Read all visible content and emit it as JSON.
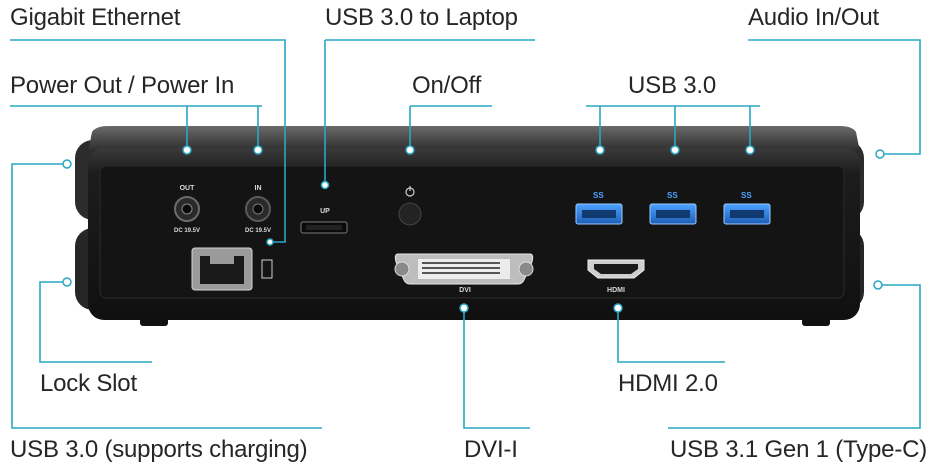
{
  "labels": {
    "gigabit_ethernet": "Gigabit Ethernet",
    "usb30_laptop": "USB 3.0 to Laptop",
    "audio_inout": "Audio In/Out",
    "power": "Power Out / Power In",
    "onoff": "On/Off",
    "usb30": "USB 3.0",
    "lock_slot": "Lock Slot",
    "hdmi20": "HDMI 2.0",
    "usb30_charging": "USB 3.0 (supports charging)",
    "dvi_i": "DVI-I",
    "usb31_typec": "USB 3.1 Gen 1 (Type-C)"
  },
  "panel_text": {
    "out": "OUT",
    "in": "IN",
    "dc_out": "DC 19.5V",
    "dc_in": "DC 19.5V",
    "up": "UP",
    "dvi": "DVI",
    "hdmi": "HDMI",
    "ss1": "SS",
    "ss2": "SS",
    "ss3": "SS"
  },
  "colors": {
    "callout": "#2aa7c4",
    "body": "#1e1e1e",
    "panel": "#141414",
    "port_blue": "#2d7fd6"
  }
}
